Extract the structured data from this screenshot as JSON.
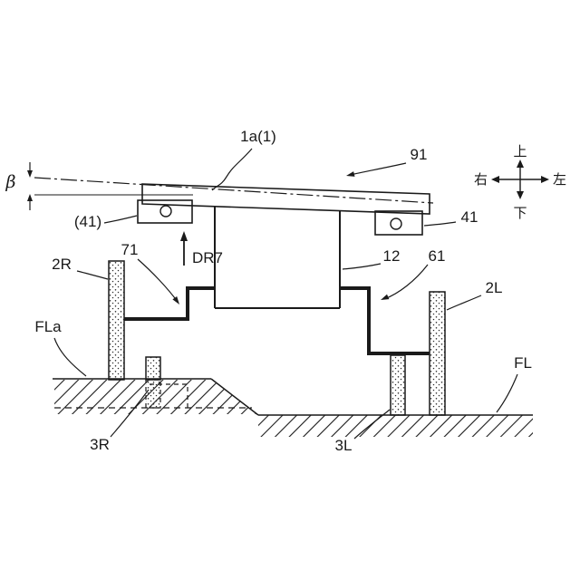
{
  "labels": {
    "beta": "β",
    "l1a": "1a(1)",
    "l91": "91",
    "l41_left": "(41)",
    "l41_right": "41",
    "l71": "71",
    "l2R": "2R",
    "lDR7": "DR7",
    "l12": "12",
    "l61": "61",
    "l2L": "2L",
    "lFLa": "FLa",
    "lFL": "FL",
    "l3R": "3R",
    "l3L": "3L"
  },
  "compass": {
    "up": "上",
    "down": "下",
    "right": "右",
    "left": "左"
  },
  "colors": {
    "line": "#1a1a1a",
    "background": "#ffffff"
  }
}
